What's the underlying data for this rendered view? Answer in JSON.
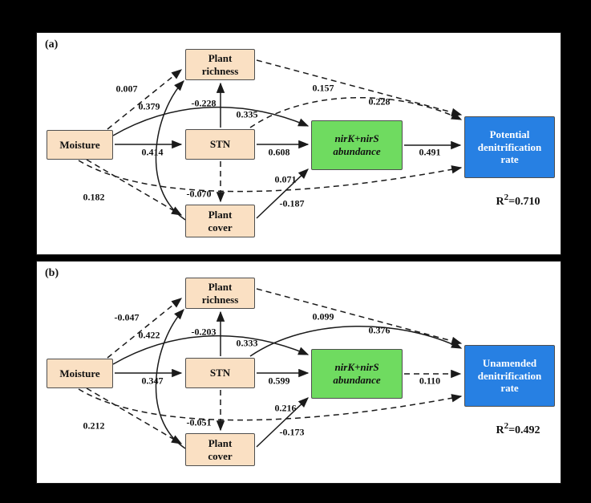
{
  "colors": {
    "page_background": "#000000",
    "panel_background": "#FFFFFF",
    "node_tan": "#FAE0C3",
    "node_green": "#6FDB60",
    "node_blue": "#2780E3",
    "arrow": "#1a1a1a"
  },
  "panel_a": {
    "label": "(a)",
    "nodes": {
      "moisture": "Moisture",
      "richness": "Plant richness",
      "stn": "STN",
      "cover": "Plant cover",
      "abundance": "nirK+nirS abundance",
      "rate": "Potential denitrification rate"
    },
    "coefficients": {
      "moisture_richness": "0.007",
      "cover_richness": "0.379",
      "stn_richness": "-0.228",
      "moisture_abundance": "0.335",
      "richness_rate": "0.157",
      "stn_rate": "0.228",
      "moisture_stn": "0.414",
      "stn_abundance": "0.608",
      "abundance_rate": "0.491",
      "moisture_cover": "0.182",
      "stn_cover": "-0.070",
      "moisture_rate": "0.071",
      "cover_abundance": "-0.187"
    },
    "r2": {
      "base": "R",
      "sup": "2",
      "value": "=0.710"
    }
  },
  "panel_b": {
    "label": "(b)",
    "nodes": {
      "moisture": "Moisture",
      "richness": "Plant richness",
      "stn": "STN",
      "cover": "Plant cover",
      "abundance": "nirK+nirS abundance",
      "rate": "Unamended denitrification rate"
    },
    "coefficients": {
      "moisture_richness": "-0.047",
      "cover_richness": "0.422",
      "stn_richness": "-0.203",
      "moisture_abundance": "0.333",
      "richness_rate": "0.099",
      "stn_rate": "0.376",
      "moisture_stn": "0.347",
      "stn_abundance": "0.599",
      "abundance_rate": "0.110",
      "moisture_cover": "0.212",
      "stn_cover": "-0.051",
      "moisture_rate": "0.216",
      "cover_abundance": "-0.173"
    },
    "r2": {
      "base": "R",
      "sup": "2",
      "value": "=0.492"
    }
  }
}
